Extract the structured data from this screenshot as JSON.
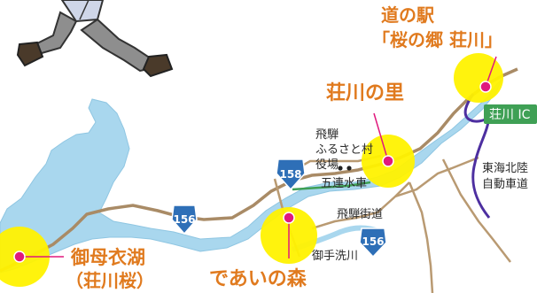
{
  "colors": {
    "water": "#a9d7ee",
    "water_edge": "#8fc6e2",
    "road": "#b99a72",
    "road_main": "#a98b66",
    "highlight": "#fff200",
    "pin": "#e0197d",
    "label_orange": "#e07a1e",
    "route_shield": "#2e6fb7",
    "ic_green": "#3fa055",
    "expressway": "#4d2fa0"
  },
  "labels": {
    "michi_eki_line1": "道の駅",
    "michi_eki_line2": "「桜の郷 荘川」",
    "shokawa_sato": "荘川の里",
    "hida_furusato_line1": "飛騨",
    "hida_furusato_line2": "ふるさと村",
    "yakuba": "役場",
    "gorensui": "五連水車",
    "hida_kaido": "飛騨街道",
    "mitearai": "御手洗川",
    "tokai_hokuriku_line1": "東海北陸",
    "tokai_hokuriku_line2": "自動車道",
    "miboro_line1": "御母衣湖",
    "miboro_line2": "（荘川桜）",
    "deai_mori": "であいの森"
  },
  "ic_sign": "荘川 IC",
  "route_shields": [
    "156",
    "158",
    "156"
  ],
  "icons": [
    "hiker-legs-illustration",
    "spot-pin-icon",
    "office-dot-icon"
  ]
}
